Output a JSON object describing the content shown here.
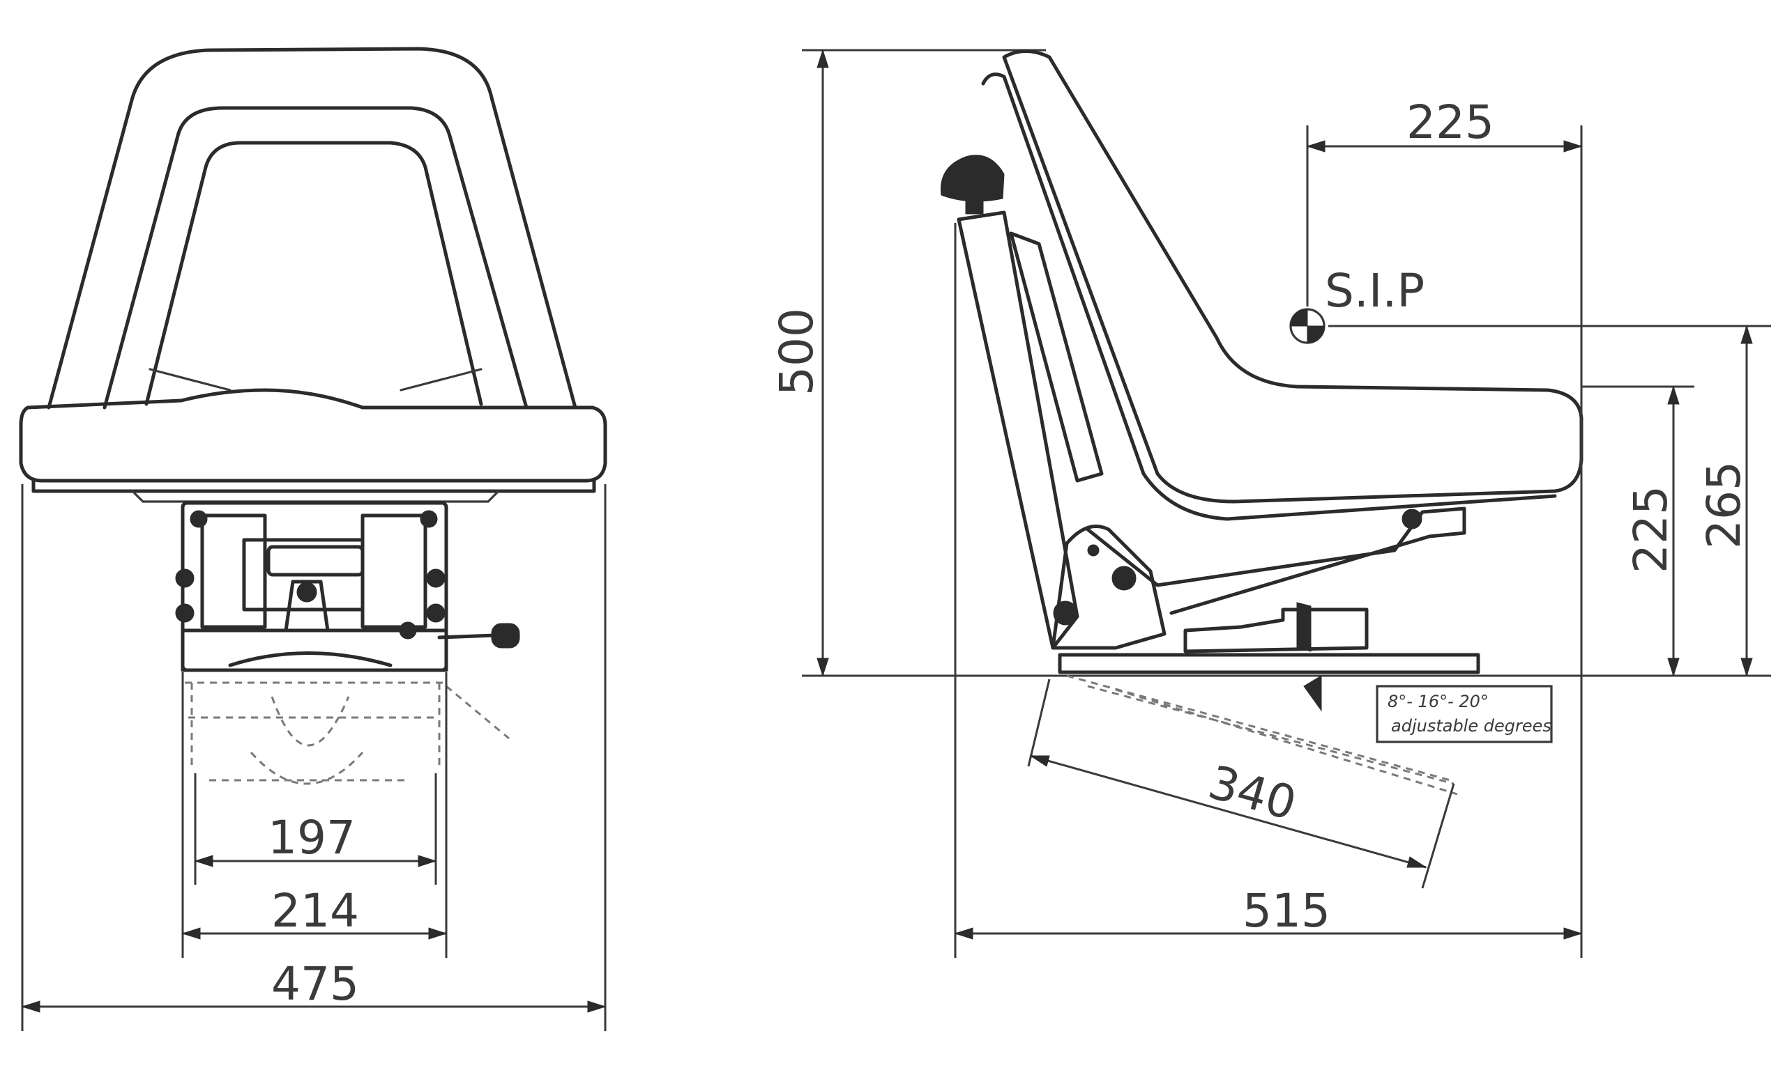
{
  "front_view": {
    "dim_inner_mount": "197",
    "dim_outer_mount": "214",
    "dim_total_width": "475"
  },
  "side_view": {
    "dim_sip_horizontal": "225",
    "sip_label": "S.I.P",
    "dim_total_height": "500",
    "dim_seat_height": "225",
    "dim_sip_height": "265",
    "dim_slide_length": "340",
    "dim_total_depth": "515",
    "adjust_note_line1": "8°- 16°- 20°",
    "adjust_note_line2": "adjustable degrees"
  },
  "colors": {
    "line": "#2b2b2b",
    "dimension": "#3a3a3a",
    "background": "#ffffff"
  }
}
